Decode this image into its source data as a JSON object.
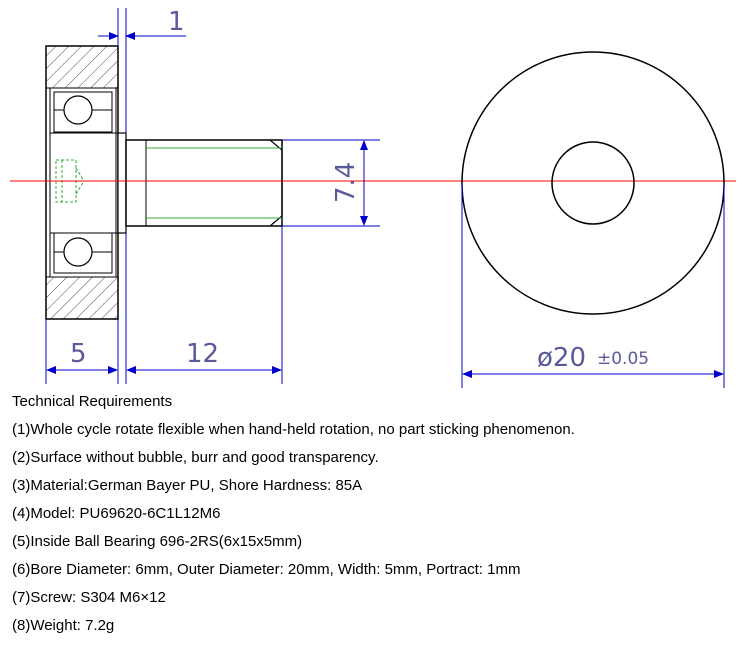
{
  "drawing": {
    "dim_protrusion": "1",
    "dim_screw_dia": "7.4",
    "dim_width": "5",
    "dim_screw_len": "12",
    "dim_outer_dia": "ø20",
    "dim_tolerance": "±0.05"
  },
  "colors": {
    "outline": "#000000",
    "hatch": "#505050",
    "dimension": "#0000cc",
    "centerline": "#ff0000",
    "thread": "#33aa33",
    "dim_text": "#5a5a9a"
  },
  "requirements": {
    "title": "Technical Requirements",
    "items": [
      "(1)Whole cycle rotate flexible when hand-held rotation, no part sticking phenomenon.",
      "(2)Surface without bubble, burr and good transparency.",
      "(3)Material:German Bayer PU, Shore Hardness: 85A",
      "(4)Model: PU69620-6C1L12M6",
      "(5)Inside Ball Bearing 696-2RS(6x15x5mm)",
      "(6)Bore Diameter: 6mm, Outer Diameter: 20mm, Width: 5mm, Portract: 1mm",
      "(7)Screw: S304 M6×12",
      "(8)Weight: 7.2g"
    ]
  }
}
